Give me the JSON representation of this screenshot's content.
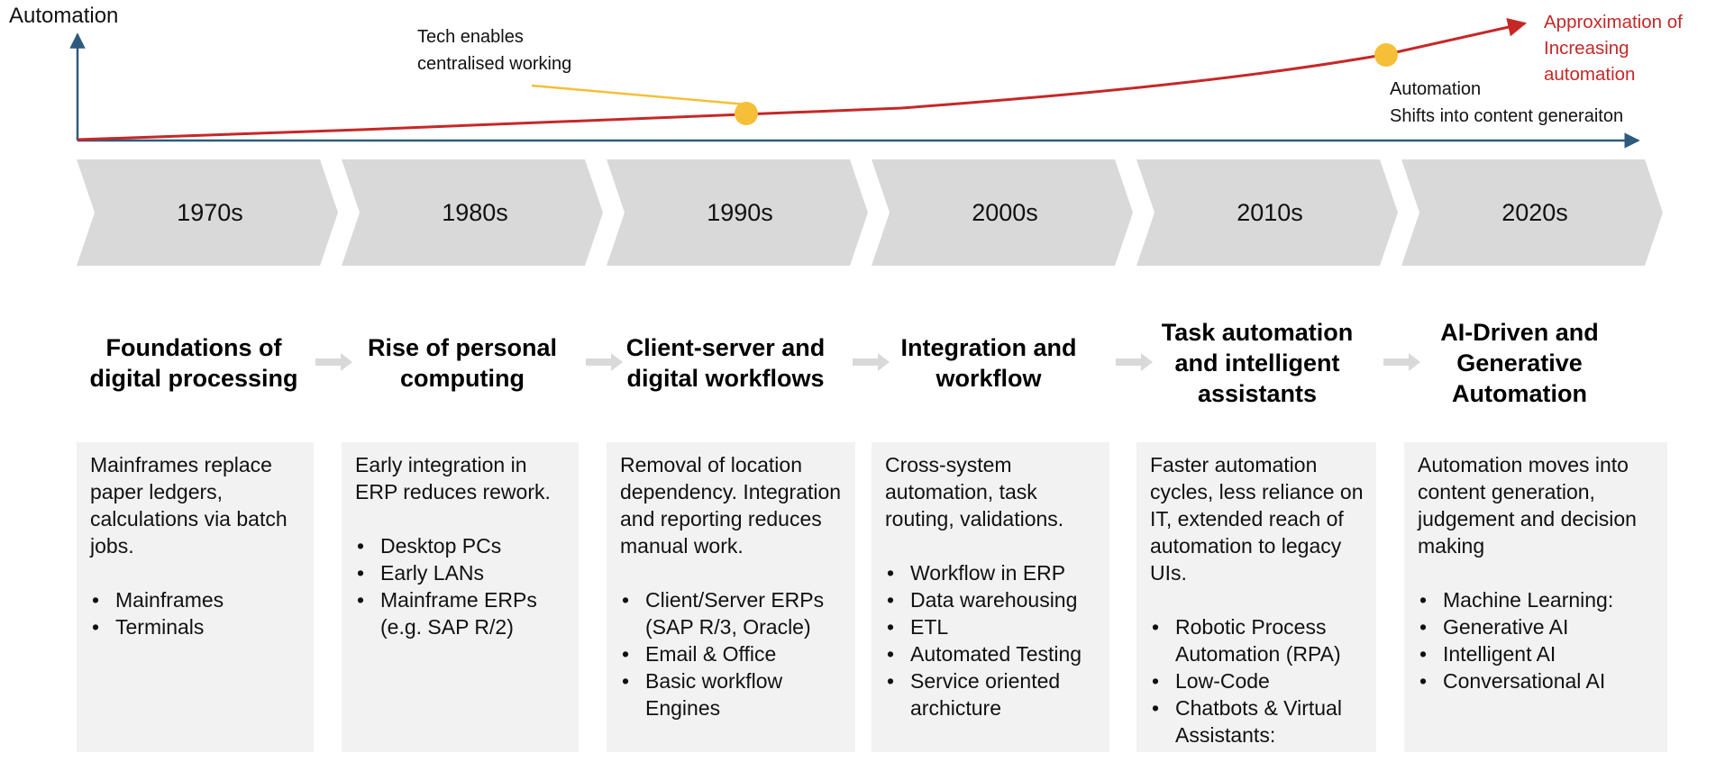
{
  "chart": {
    "axis_title": "Automation",
    "curve_label": "Approximation of Increasing automation",
    "annotations": [
      {
        "text": "Tech enables\ncentralised working",
        "decade": "1990s"
      },
      {
        "text": "Automation\nShifts into content generaiton",
        "decade": "2010s"
      }
    ]
  },
  "colors": {
    "axis": "#2e5b7d",
    "curve": "#c62828",
    "marker": "#f6bf38",
    "chevron": "#d9d9d9",
    "box": "#f2f2f2",
    "arrow": "#d9d9d9"
  },
  "icons": [
    "arrow-right-icon"
  ],
  "phases": [
    {
      "decade": "1970s",
      "title": "Foundations of digital processing",
      "description": "Mainframes replace paper ledgers, calculations via batch jobs.",
      "bullets": [
        "Mainframes",
        "Terminals"
      ]
    },
    {
      "decade": "1980s",
      "title": "Rise of personal computing",
      "description": "Early integration in ERP reduces rework.",
      "bullets": [
        "Desktop PCs",
        "Early LANs",
        "Mainframe ERPs (e.g. SAP R/2)"
      ]
    },
    {
      "decade": "1990s",
      "title": "Client-server and digital workflows",
      "description": "Removal of location dependency. Integration and reporting reduces manual work.",
      "bullets": [
        "Client/Server ERPs (SAP R/3, Oracle)",
        "Email & Office",
        "Basic workflow Engines"
      ]
    },
    {
      "decade": "2000s",
      "title": "Integration and workflow",
      "description": "Cross-system automation, task routing, validations.",
      "bullets": [
        "Workflow in ERP",
        "Data warehousing",
        "ETL",
        "Automated Testing",
        "Service oriented archicture"
      ]
    },
    {
      "decade": "2010s",
      "title": "Task automation and intelligent assistants",
      "description": "Faster automation cycles, less reliance on IT, extended reach of automation to legacy UIs.",
      "bullets": [
        "Robotic Process Automation (RPA)",
        "Low-Code",
        "Chatbots & Virtual Assistants:"
      ]
    },
    {
      "decade": "2020s",
      "title": "AI-Driven and Generative Automation",
      "description": "Automation moves into content generation, judgement and decision making",
      "bullets": [
        "Machine Learning:",
        "Generative AI",
        "Intelligent AI",
        "Conversational AI"
      ]
    }
  ]
}
